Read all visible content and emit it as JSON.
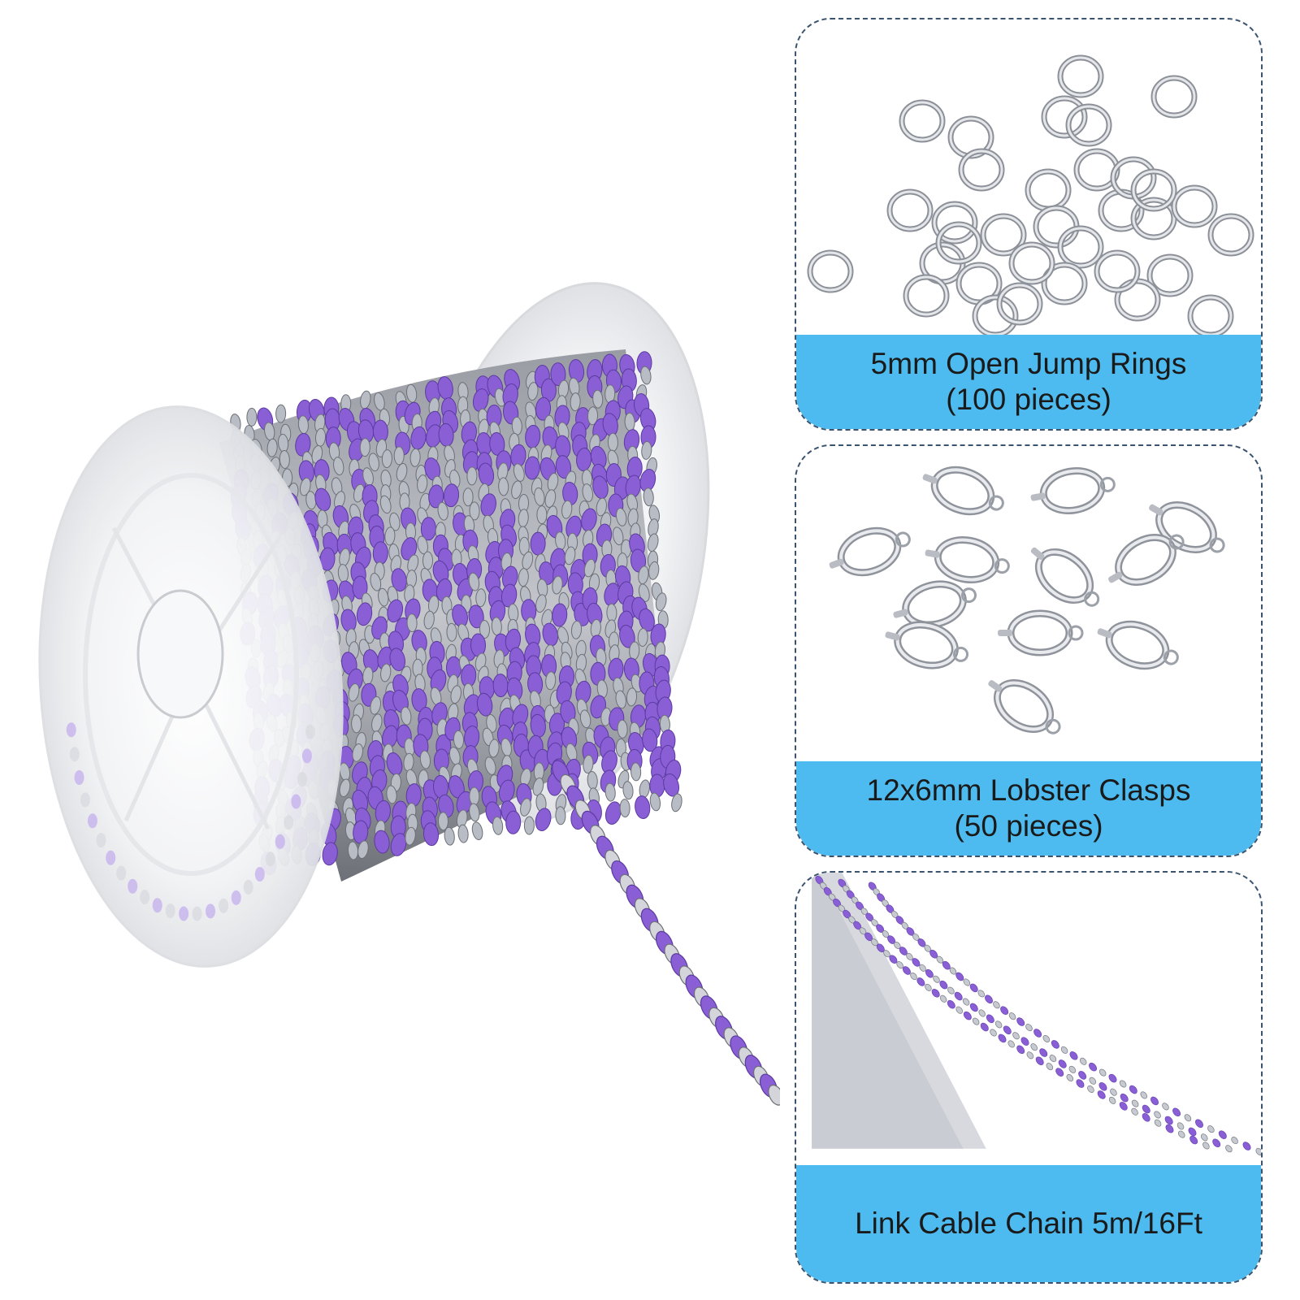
{
  "panels": [
    {
      "line1": "5mm Open Jump Rings",
      "line2": "(100 pieces)"
    },
    {
      "line1": "12x6mm Lobster Clasps",
      "line2": "(50 pieces)"
    },
    {
      "line1": "Link Cable Chain 5m/16Ft"
    }
  ],
  "colors": {
    "accent": "#4dbbef",
    "border": "#3a5470",
    "enamel": "#8a5fd6",
    "metal": "#b8bcc4"
  },
  "icons": [
    "jump-ring-icon",
    "lobster-clasp-icon",
    "chain-spool-icon"
  ]
}
